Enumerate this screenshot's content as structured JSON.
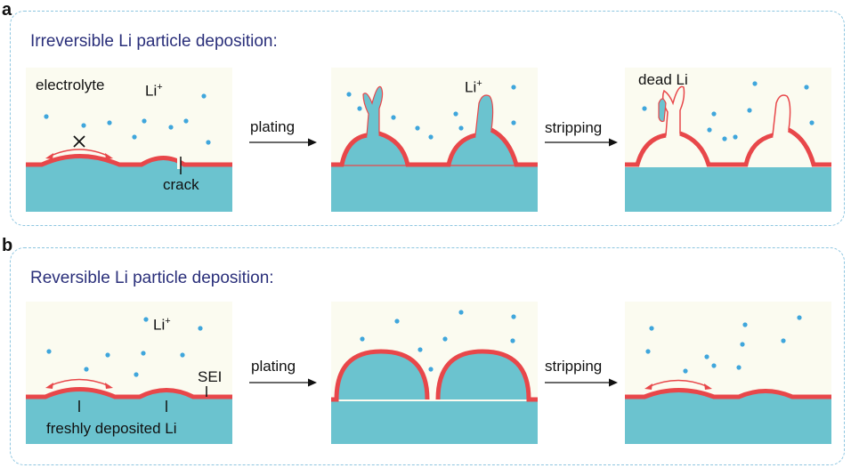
{
  "panel_a": {
    "letter": "a",
    "title": "Irreversible Li particle deposition:",
    "labels": {
      "electrolyte": "electrolyte",
      "li_ion_1": "Li",
      "li_ion_1_sup": "+",
      "crack": "crack",
      "plating": "plating",
      "li_ion_2": "Li",
      "li_ion_2_sup": "+",
      "stripping": "stripping",
      "dead_li": "dead Li"
    }
  },
  "panel_b": {
    "letter": "b",
    "title": "Reversible Li particle deposition:",
    "labels": {
      "li_ion": "Li",
      "li_ion_sup": "+",
      "sei": "SEI",
      "freshly_deposited": "freshly deposited Li",
      "plating": "plating",
      "stripping": "stripping"
    }
  },
  "colors": {
    "electrolyte_bg": "#fbfbf0",
    "lithium": "#6bc3cf",
    "lithium_dark": "#4fb0bf",
    "sei": "#e8474a",
    "ion_dot": "#3fa6dc",
    "panel_border": "#8ec6e0",
    "title": "#2a2f7a"
  }
}
